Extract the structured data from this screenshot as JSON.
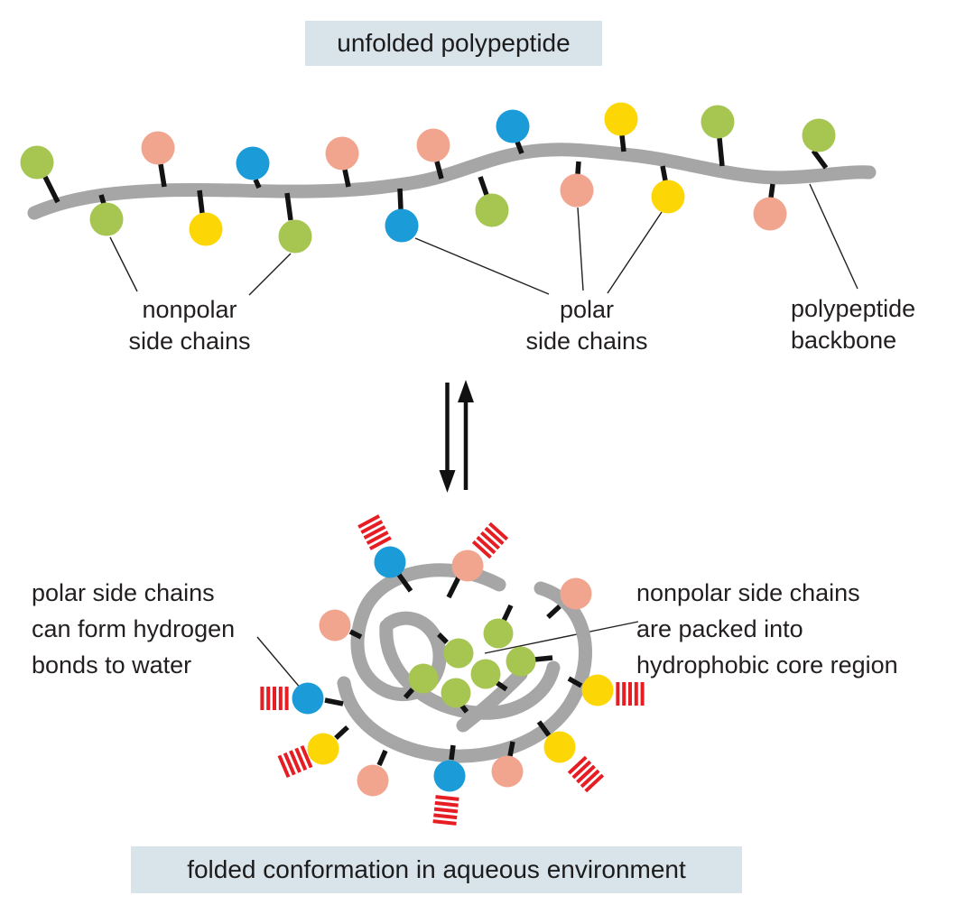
{
  "diagram": {
    "top_title": "unfolded polypeptide",
    "bottom_title": "folded conformation in aqueous environment",
    "unfolded_labels": {
      "nonpolar_line1": "nonpolar",
      "nonpolar_line2": "side chains",
      "polar_line1": "polar",
      "polar_line2": "side chains",
      "backbone_line1": "polypeptide",
      "backbone_line2": "backbone"
    },
    "folded_labels": {
      "polar_line1": "polar side chains",
      "polar_line2": "can form hydrogen",
      "polar_line3": "bonds to water",
      "nonpolar_line1": "nonpolar side chains",
      "nonpolar_line2": "are packed into",
      "nonpolar_line3": "hydrophobic core region"
    },
    "colors": {
      "nonpolar_side_chain_green": "#a6c551",
      "polar_side_chain_salmon": "#f2a58e",
      "polar_side_chain_blue": "#1b9cd9",
      "polar_side_chain_yellow": "#fcd605",
      "backbone_gray": "#a6a6a6",
      "hydrogen_bond_red": "#e61d23",
      "title_box_background": "#d9e3ea",
      "text": "#231f20"
    }
  }
}
